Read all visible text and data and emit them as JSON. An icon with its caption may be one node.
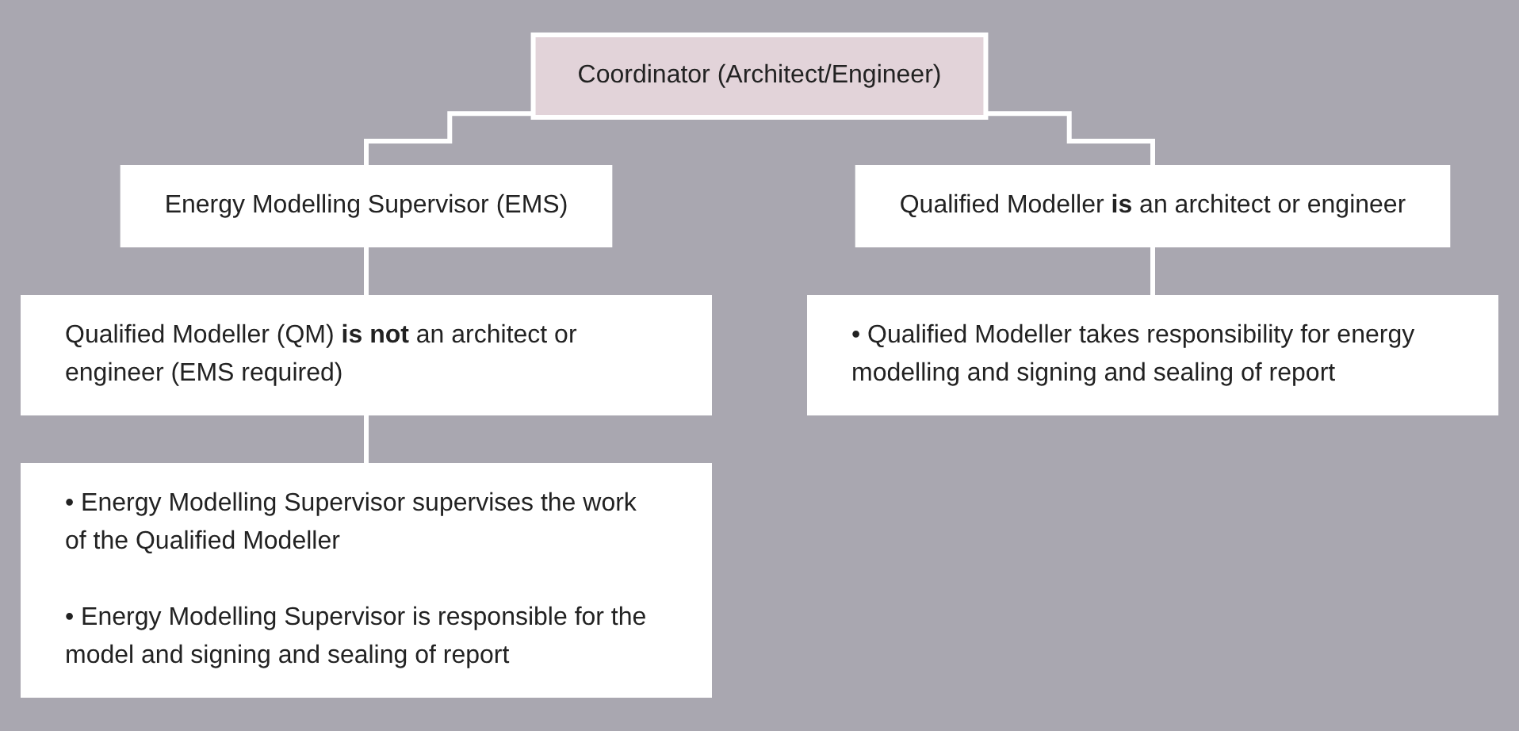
{
  "diagram": {
    "nodes": [
      {
        "text": [
          "Coordinator (Architect/Engineer)"
        ]
      },
      {
        "text": [
          "Energy Modelling Supervisor (EMS)"
        ]
      },
      {
        "text": [
          "Qualified Modeller (QM) **is not** an architect or engineer (EMS required)"
        ]
      },
      {
        "text": [
          "• Energy Modelling Supervisor supervises the work of the Qualified Modeller",
          "• Energy Modelling Supervisor is responsible for the model and signing and sealing of report"
        ]
      },
      {
        "text": [
          "Qualified Modeller **is** an architect or engineer"
        ]
      },
      {
        "text": [
          "• Qualified Modeller takes responsibility for energy modelling and signing and sealing of report"
        ]
      }
    ],
    "edges": [
      {
        "from": 0,
        "to": 1,
        "arrow": "none"
      },
      {
        "from": 0,
        "to": 4,
        "arrow": "none"
      },
      {
        "from": 1,
        "to": 2,
        "arrow": "none"
      },
      {
        "from": 2,
        "to": 3,
        "arrow": "none"
      },
      {
        "from": 4,
        "to": 5,
        "arrow": "none"
      }
    ]
  }
}
